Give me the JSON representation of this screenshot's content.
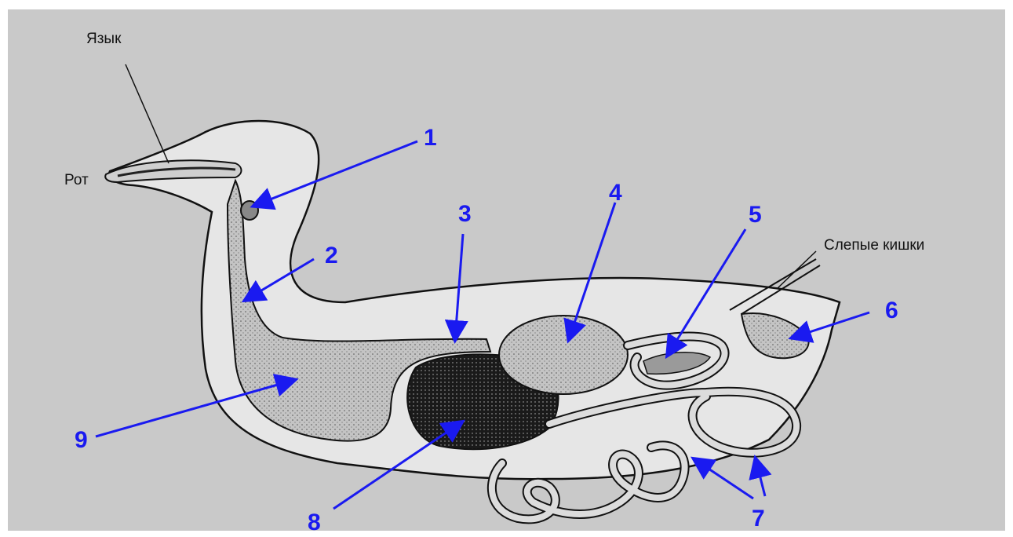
{
  "labels": {
    "tongue": "Язык",
    "mouth": "Рот",
    "caeca": "Слепые кишки"
  },
  "numbers": [
    "1",
    "2",
    "3",
    "4",
    "5",
    "6",
    "7",
    "8",
    "9"
  ],
  "colors": {
    "background": "#c9c9c9",
    "body_fill": "#e6e6e6",
    "outline": "#111111",
    "arrow_blue": "#1a1af0",
    "liver": "#1b1b1b",
    "organ_gray": "#b0b0b0"
  }
}
